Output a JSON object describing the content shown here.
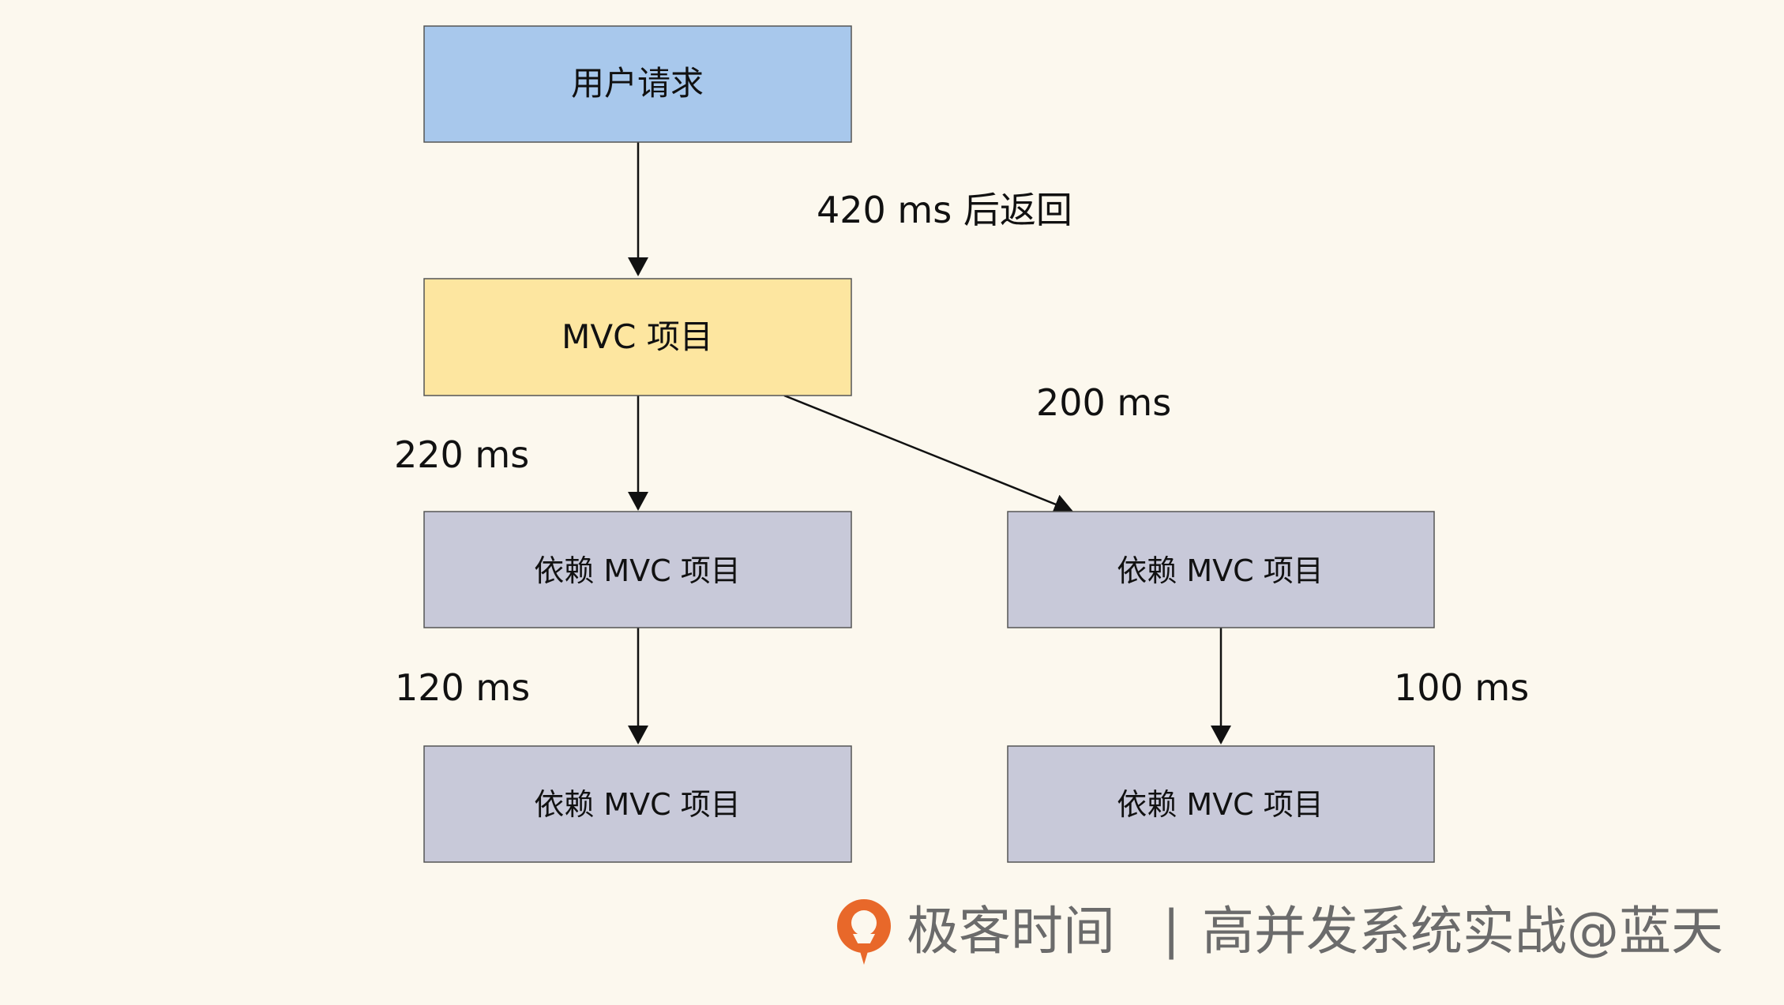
{
  "diagram": {
    "nodes": [
      {
        "id": "user-request",
        "label": "用户请求",
        "color": "#a8c8ec"
      },
      {
        "id": "mvc-project",
        "label": "MVC 项目",
        "color": "#fde6a0"
      },
      {
        "id": "dep-left-1",
        "label": "依赖 MVC 项目",
        "color": "#c8c9d9"
      },
      {
        "id": "dep-right-1",
        "label": "依赖 MVC 项目",
        "color": "#c8c9d9"
      },
      {
        "id": "dep-left-2",
        "label": "依赖 MVC 项目",
        "color": "#c8c9d9"
      },
      {
        "id": "dep-right-2",
        "label": "依赖 MVC 项目",
        "color": "#c8c9d9"
      }
    ],
    "edges": [
      {
        "from": "user-request",
        "to": "mvc-project",
        "label": "420 ms 后返回"
      },
      {
        "from": "mvc-project",
        "to": "dep-left-1",
        "label": "220 ms"
      },
      {
        "from": "mvc-project",
        "to": "dep-right-1",
        "label": "200 ms"
      },
      {
        "from": "dep-left-1",
        "to": "dep-left-2",
        "label": "120 ms"
      },
      {
        "from": "dep-right-1",
        "to": "dep-right-2",
        "label": "100 ms"
      }
    ]
  },
  "watermark": {
    "brand": "极客时间",
    "separator": "|",
    "course": "高并发系统实战@蓝天",
    "logo_icon": "geektime-logo-icon",
    "logo_color": "#e8682a"
  }
}
